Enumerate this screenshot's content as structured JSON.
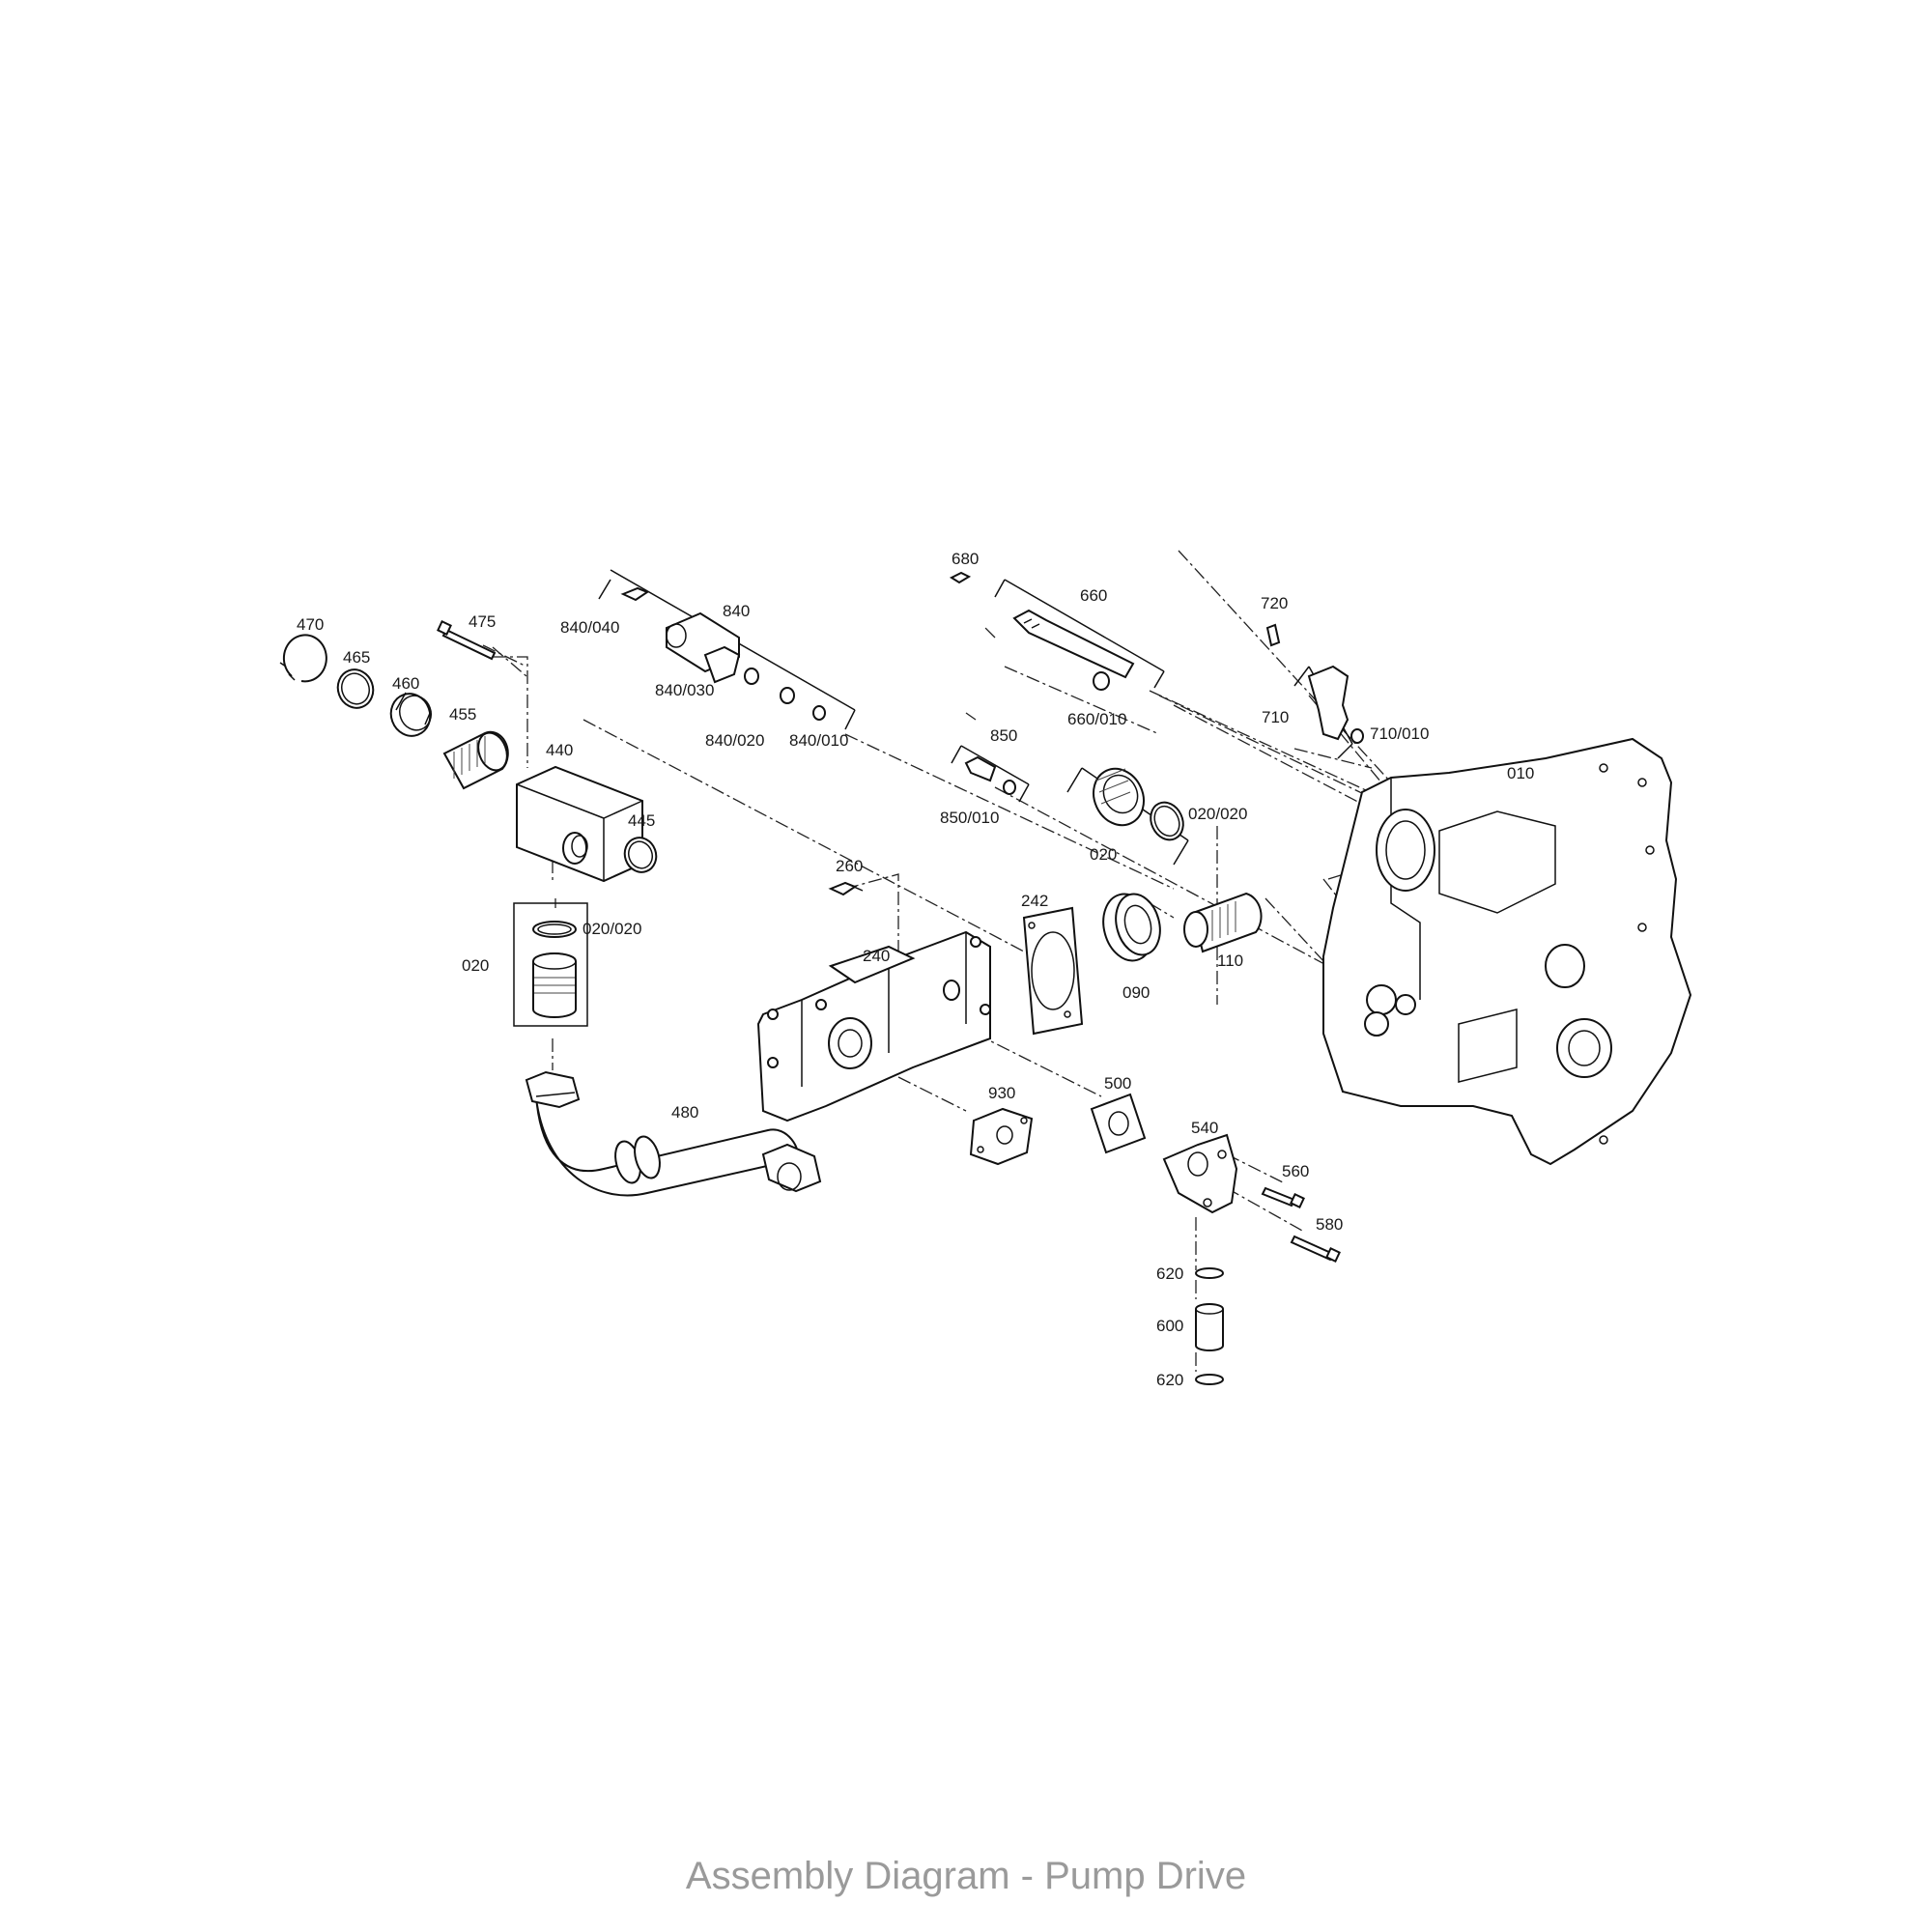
{
  "caption": "Assembly Diagram - Pump Drive",
  "labels": {
    "p470": "470",
    "p465": "465",
    "p460": "460",
    "p455": "455",
    "p475": "475",
    "p440": "440",
    "p445": "445",
    "p020a": "020",
    "p020_020a": "020/020",
    "p480": "480",
    "p840": "840",
    "p840_040": "840/040",
    "p840_030": "840/030",
    "p840_020": "840/020",
    "p840_010": "840/010",
    "p680": "680",
    "p660": "660",
    "p660_010": "660/010",
    "p720": "720",
    "p710": "710",
    "p710_010": "710/010",
    "p010": "010",
    "p850": "850",
    "p850_010": "850/010",
    "p020b": "020",
    "p020_020b": "020/020",
    "p260": "260",
    "p240": "240",
    "p242": "242",
    "p090": "090",
    "p110": "110",
    "p930": "930",
    "p500": "500",
    "p540": "540",
    "p560": "560",
    "p580": "580",
    "p620a": "620",
    "p600": "600",
    "p620b": "620"
  }
}
